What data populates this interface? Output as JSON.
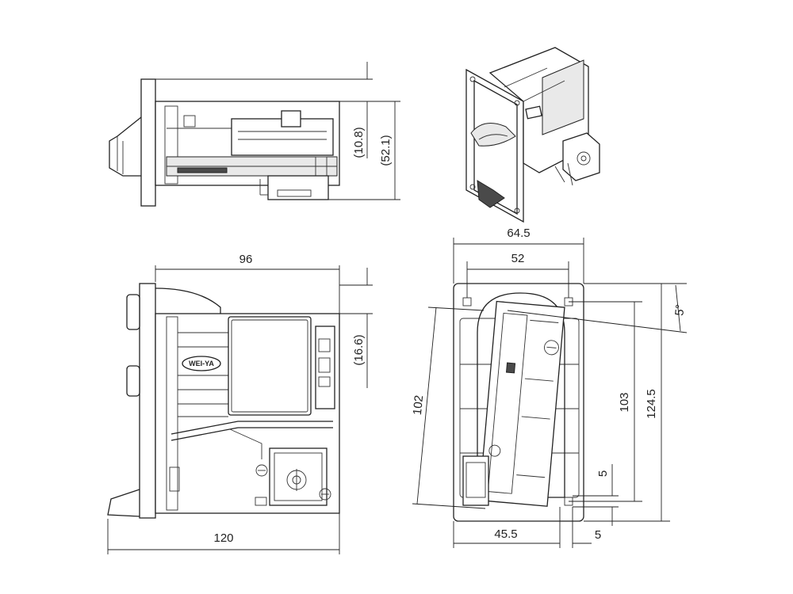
{
  "diagram": {
    "labels": {
      "dim_10_8": "(10.8)",
      "dim_52_1": "(52.1)",
      "dim_64_5": "64.5",
      "dim_52": "52",
      "dim_96": "96",
      "dim_16_6": "(16.6)",
      "dim_120": "120",
      "dim_5_deg": "5°",
      "dim_102": "102",
      "dim_103": "103",
      "dim_124_5": "124.5",
      "dim_5_side": "5",
      "dim_45_5": "45.5",
      "dim_5_bottom": "5"
    },
    "logo_text": "WEI-YA",
    "views": [
      "top-view",
      "isometric-view",
      "side-view",
      "front-view"
    ]
  }
}
